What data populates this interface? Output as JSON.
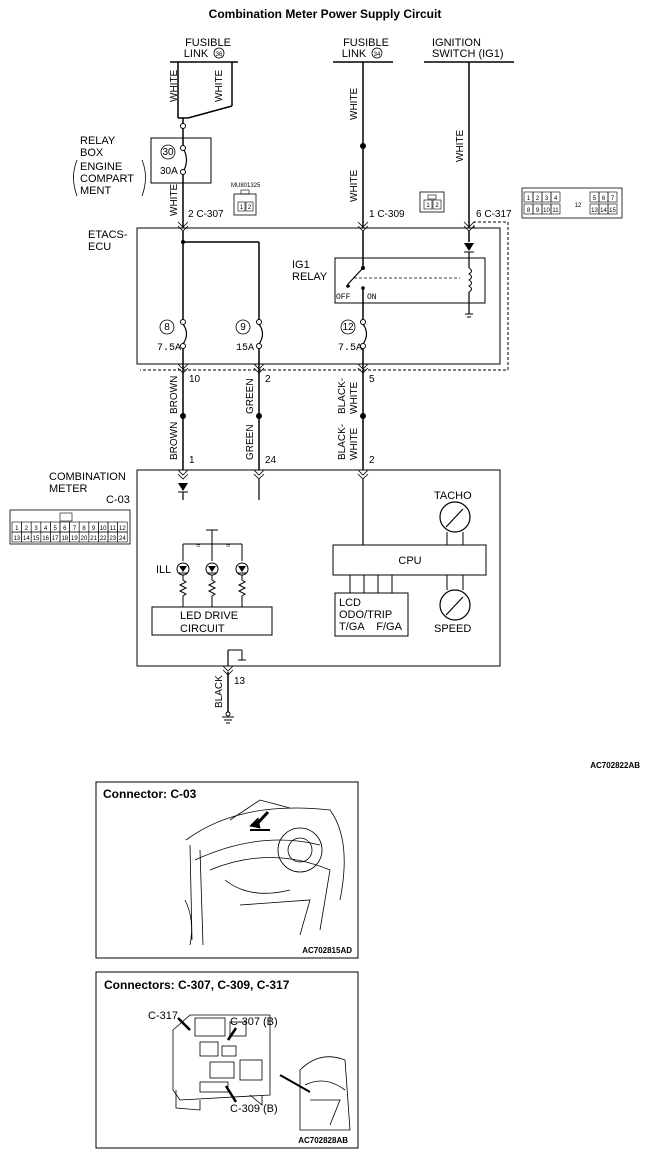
{
  "title": "Combination Meter Power Supply Circuit",
  "sources": {
    "fusible36": [
      "FUSIBLE",
      "LINK"
    ],
    "fusible36_num": "36",
    "fusible34": [
      "FUSIBLE",
      "LINK"
    ],
    "fusible34_num": "34",
    "ignition": [
      "IGNITION",
      "SWITCH (IG1)"
    ]
  },
  "wire_white": "WHITE",
  "relay_box": {
    "label": [
      "RELAY",
      "BOX"
    ],
    "location": [
      "ENGINE",
      "COMPART",
      "MENT"
    ],
    "fuse_num": "30",
    "fuse_amp": "30A"
  },
  "connector_code": "MU801325",
  "pins": {
    "c307": "2 C-307",
    "c309": "1 C-309",
    "c317": "6 C-317"
  },
  "etacs": {
    "label": [
      "ETACS-",
      "ECU"
    ],
    "relay": [
      "IG1",
      "RELAY"
    ],
    "off": "OFF",
    "on": "ON",
    "fuses": [
      {
        "num": "8",
        "amp": "7.5A"
      },
      {
        "num": "9",
        "amp": "15A"
      },
      {
        "num": "12",
        "amp": "7.5A"
      }
    ],
    "out_pins": [
      "10",
      "2",
      "5"
    ]
  },
  "wires_lower": {
    "brown": "BROWN",
    "green": "GREEN",
    "bw_1": "BLACK-",
    "bw_2": "WHITE"
  },
  "meter": {
    "label": [
      "COMBINATION",
      "METER"
    ],
    "conn": "C-03",
    "pins": [
      "1",
      "24",
      "2"
    ],
    "ill": "ILL",
    "led": [
      "LED DRIVE",
      "CIRCUIT"
    ],
    "cpu": "CPU",
    "tacho": "TACHO",
    "speed": "SPEED",
    "lcd": [
      "LCD",
      "ODO/TRIP",
      "T/GA    F/GA"
    ],
    "ground_pin": "13",
    "ground_wire": "BLACK"
  },
  "c03_pins_top": [
    "1",
    "2",
    "3",
    "4",
    "5",
    "6",
    "7",
    "8",
    "9",
    "10",
    "11",
    "12"
  ],
  "c03_pins_bot": [
    "13",
    "14",
    "15",
    "16",
    "17",
    "18",
    "19",
    "20",
    "21",
    "22",
    "23",
    "24"
  ],
  "c309_pins": [
    "1",
    "2"
  ],
  "c317_pins_top": [
    "1",
    "2",
    "3",
    "4",
    "5",
    "6",
    "7"
  ],
  "c317_pins_mid": "12",
  "c317_pins_bot": [
    "8",
    "9",
    "10",
    "11",
    "13",
    "14",
    "15"
  ],
  "c307_pins": [
    "1",
    "2"
  ],
  "fig_code_main": "AC702822AB",
  "panel1": {
    "title": "Connector: C-03",
    "code": "AC702815AD"
  },
  "panel2": {
    "title": "Connectors: C-307, C-309, C-317",
    "labels": [
      "C-317",
      "C-307 (B)",
      "C-309 (B)"
    ],
    "code": "AC702828AB"
  }
}
